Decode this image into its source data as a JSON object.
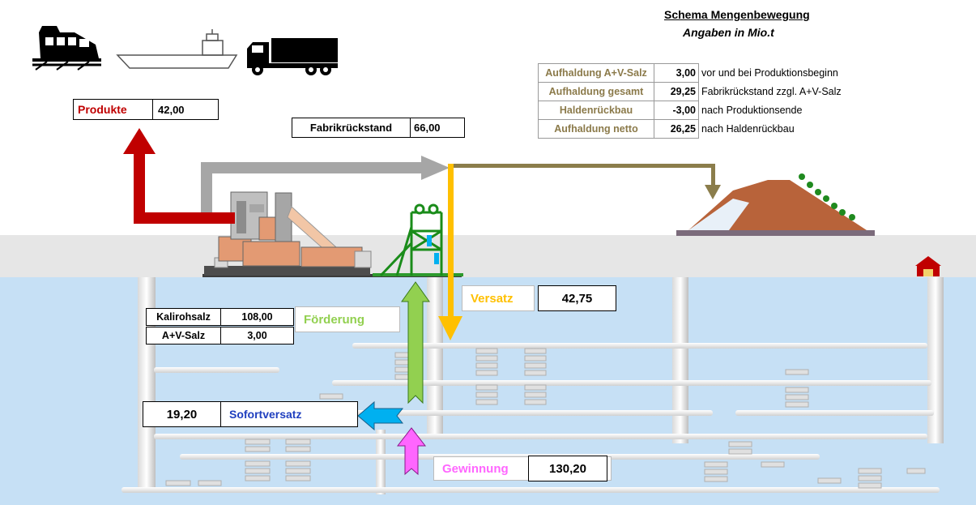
{
  "header": {
    "title": "Schema Mengenbewegung",
    "subtitle": "Angaben in Mio.t"
  },
  "summary_table": [
    {
      "label": "Aufhaldung A+V-Salz",
      "value": "3,00",
      "note": "vor und bei Produktionsbeginn"
    },
    {
      "label": "Aufhaldung gesamt",
      "value": "29,25",
      "note": "Fabrikrückstand zzgl. A+V-Salz"
    },
    {
      "label": "Haldenrückbau",
      "value": "-3,00",
      "note": "nach Produktionsende"
    },
    {
      "label": "Aufhaldung netto",
      "value": "26,25",
      "note": "nach Haldenrückbau"
    }
  ],
  "flows": {
    "produkte": {
      "label": "Produkte",
      "value": "42,00"
    },
    "fabrikrueckstand": {
      "label": "Fabrikrückstand",
      "value": "66,00"
    },
    "versatz": {
      "label": "Versatz",
      "value": "42,75"
    },
    "kalirohsalz": {
      "label": "Kalirohsalz",
      "value": "108,00"
    },
    "av_salz": {
      "label": "A+V-Salz",
      "value": "3,00"
    },
    "foerderung": {
      "label": "Förderung"
    },
    "sofortversatz": {
      "label": "Sofortversatz",
      "value": "19,20"
    },
    "gewinnung": {
      "label": "Gewinnung",
      "value": "130,20"
    }
  },
  "colors": {
    "produkte_arrow": "#c00000",
    "rueckstand_arrow": "#a6a6a6",
    "halde_arrow": "#8b7d4b",
    "versatz_arrow": "#ffc000",
    "foerderung_arrow": "#92d050",
    "sofortversatz_arrow": "#00b0f0",
    "gewinnung_arrow": "#ff66ff",
    "underground": "#c6e0f5",
    "surface": "#e8e8e8"
  },
  "icons": [
    "train-icon",
    "ship-icon",
    "truck-icon",
    "factory-icon",
    "headframe-icon",
    "tailings-pile-icon",
    "shelter-icon"
  ]
}
